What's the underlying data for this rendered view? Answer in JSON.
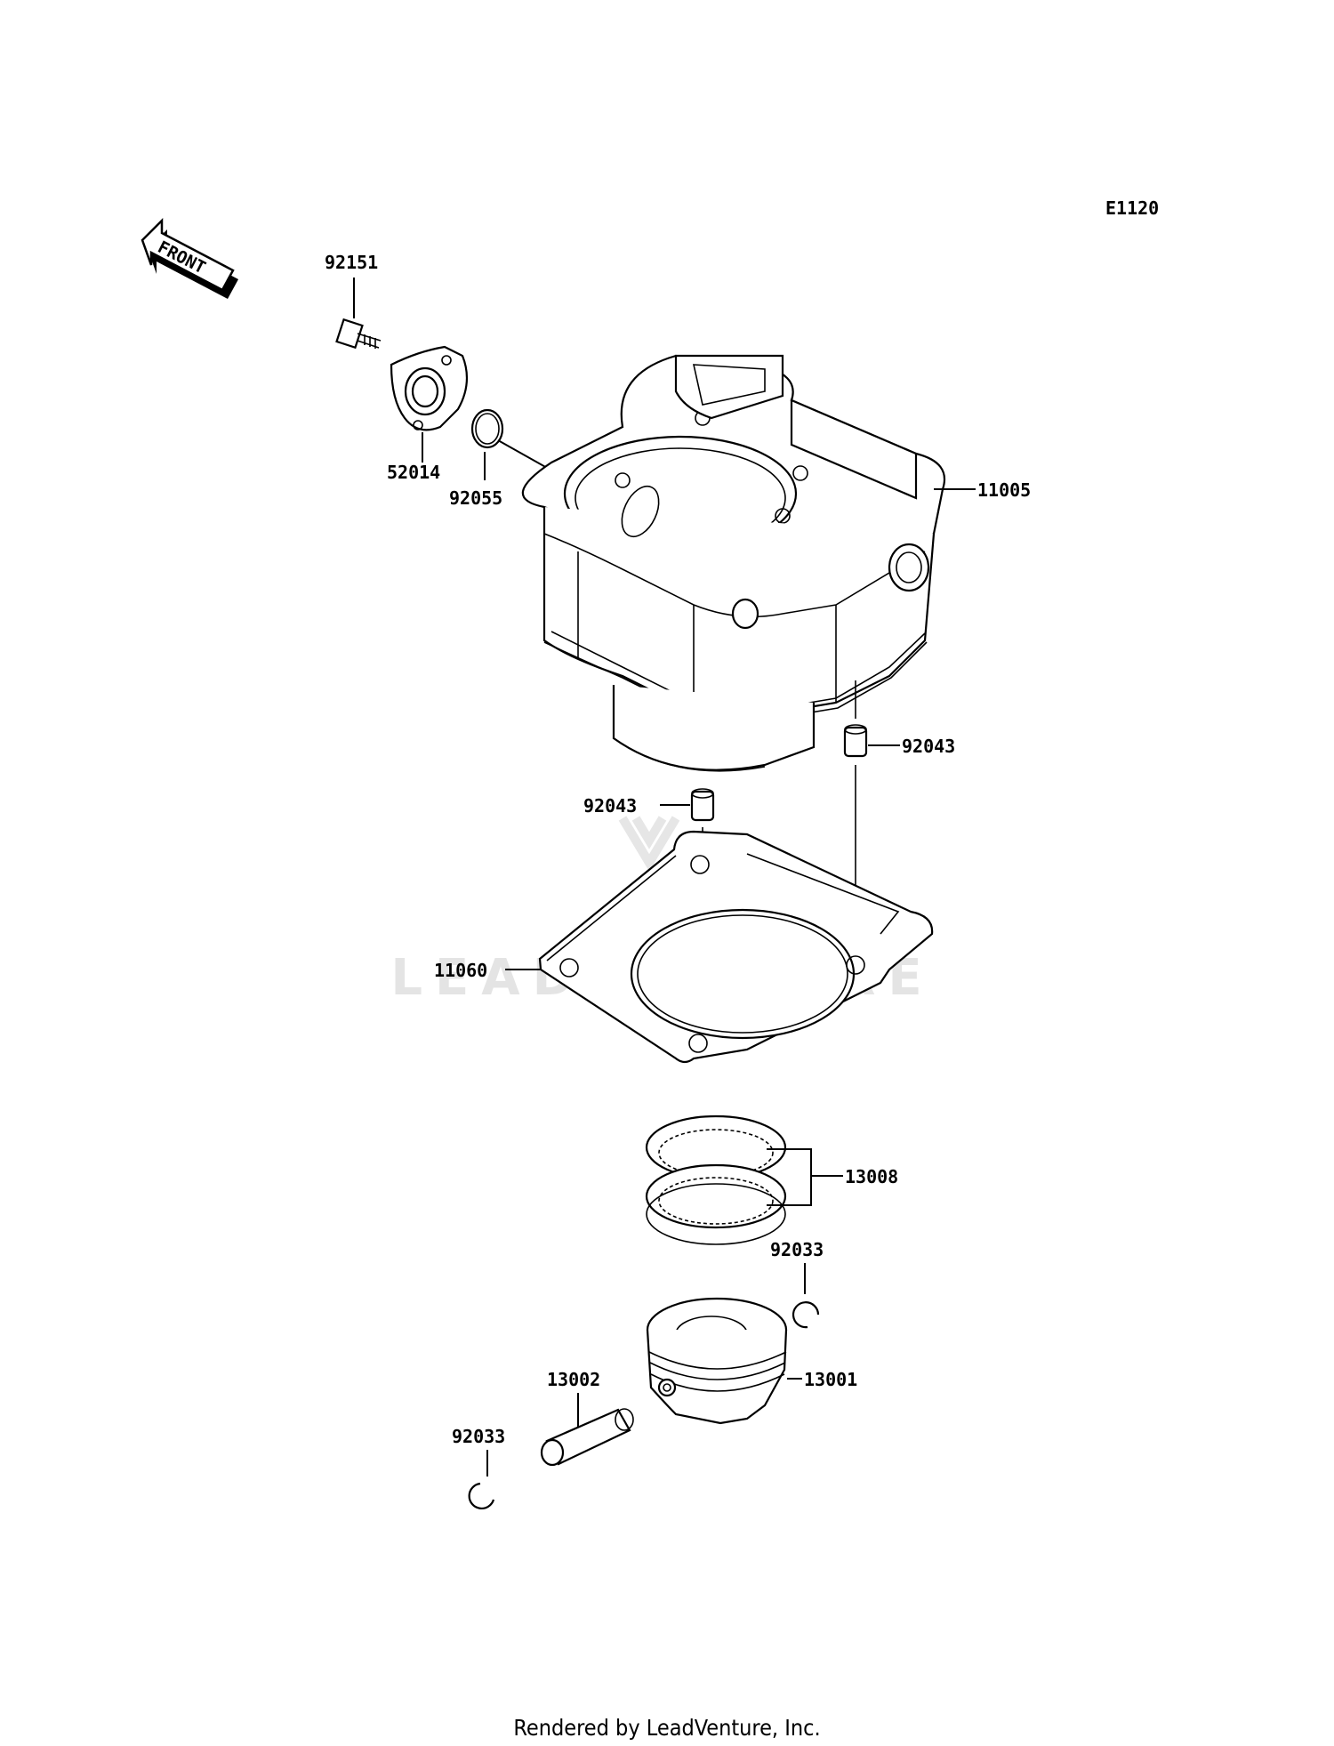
{
  "diagram_code": "E1120",
  "front_label": "FRONT",
  "watermark": "LEADVENTURE",
  "footer": "Rendered by LeadVenture, Inc.",
  "parts": {
    "bolt": "92151",
    "holder": "52014",
    "oring": "92055",
    "cylinder": "11005",
    "dowel_right": "92043",
    "dowel_left": "92043",
    "gasket": "11060",
    "rings": "13008",
    "clip_right": "92033",
    "piston": "13001",
    "pin": "13002",
    "clip_left": "92033"
  }
}
